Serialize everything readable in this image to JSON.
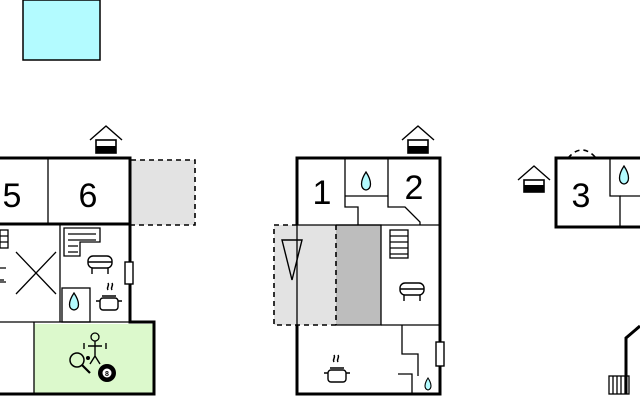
{
  "colors": {
    "pool": "#b3fbff",
    "game_room": "#dcf9cc",
    "terrace": "#e3e3e3",
    "terrace_dark": "#bdbdbd"
  },
  "icons": [
    "entrance-icon",
    "water-drop-icon",
    "sofa-icon",
    "staircase-icon",
    "cooking-pot-icon",
    "table-tennis-icon",
    "billiard-ball-icon",
    "foosball-icon",
    "parasol-icon"
  ],
  "rooms": {
    "bed1": "1",
    "bed2": "2",
    "bed3": "3",
    "bed5": "5",
    "bed6": "6"
  },
  "billiard_ball": "8"
}
